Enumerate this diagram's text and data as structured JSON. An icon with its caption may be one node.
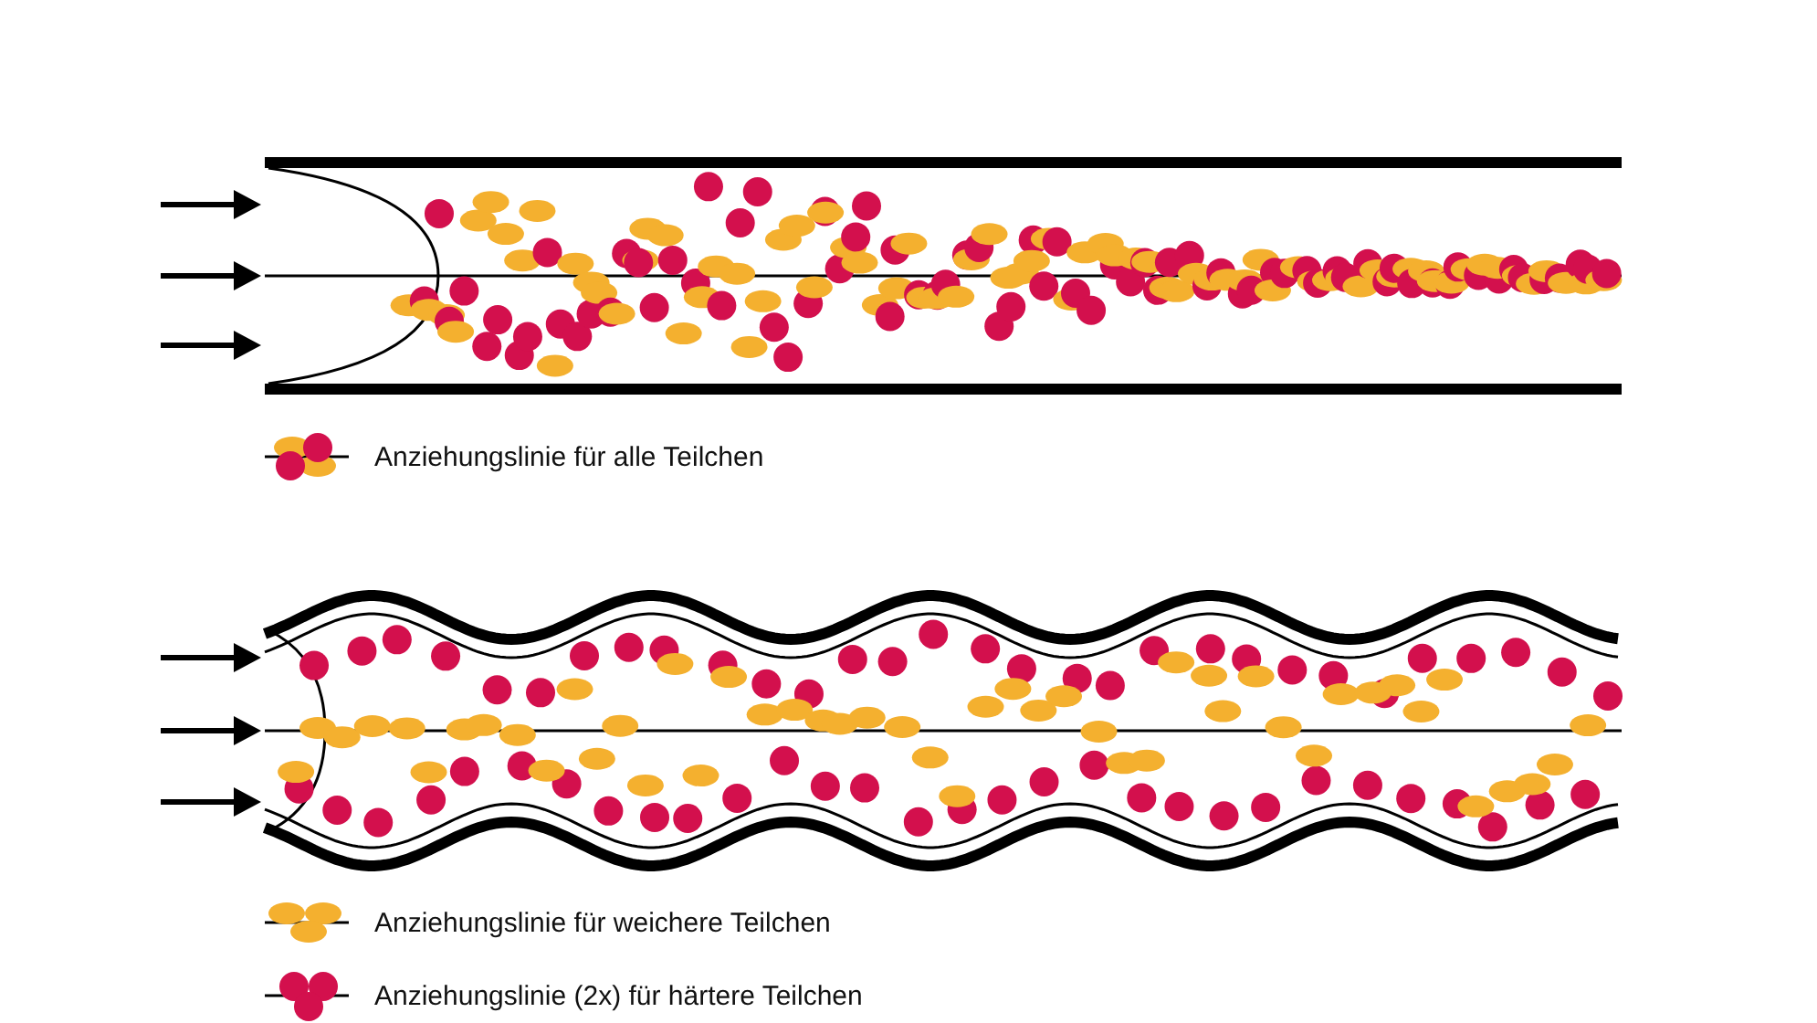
{
  "diagram": {
    "legend": [
      {
        "text": "Anziehungslinie für alle Teilchen"
      },
      {
        "text": "Anziehungslinie für weichere Teilchen"
      },
      {
        "text": "Anziehungslinie (2x) für härtere Teilchen"
      }
    ]
  }
}
